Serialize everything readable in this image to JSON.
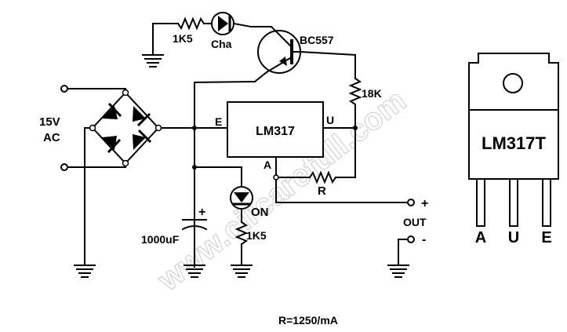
{
  "watermark": "www.circarefull.com",
  "labels": {
    "input_voltage": "15V",
    "input_type": "AC",
    "charge_resistor": "1K5",
    "charge_led": "Cha",
    "transistor": "BC557",
    "sense_resistor": "18K",
    "regulator": "LM317",
    "pin_e": "E",
    "pin_u": "U",
    "pin_a": "A",
    "current_resistor": "R",
    "power_led": "ON",
    "power_resistor": "1K5",
    "capacitor": "1000uF",
    "cap_plus": "+",
    "out_plus": "+",
    "out_label": "OUT",
    "out_minus": "-",
    "formula": "R=1250/mA"
  },
  "package": {
    "name": "LM317T",
    "pins": [
      "A",
      "U",
      "E"
    ]
  }
}
